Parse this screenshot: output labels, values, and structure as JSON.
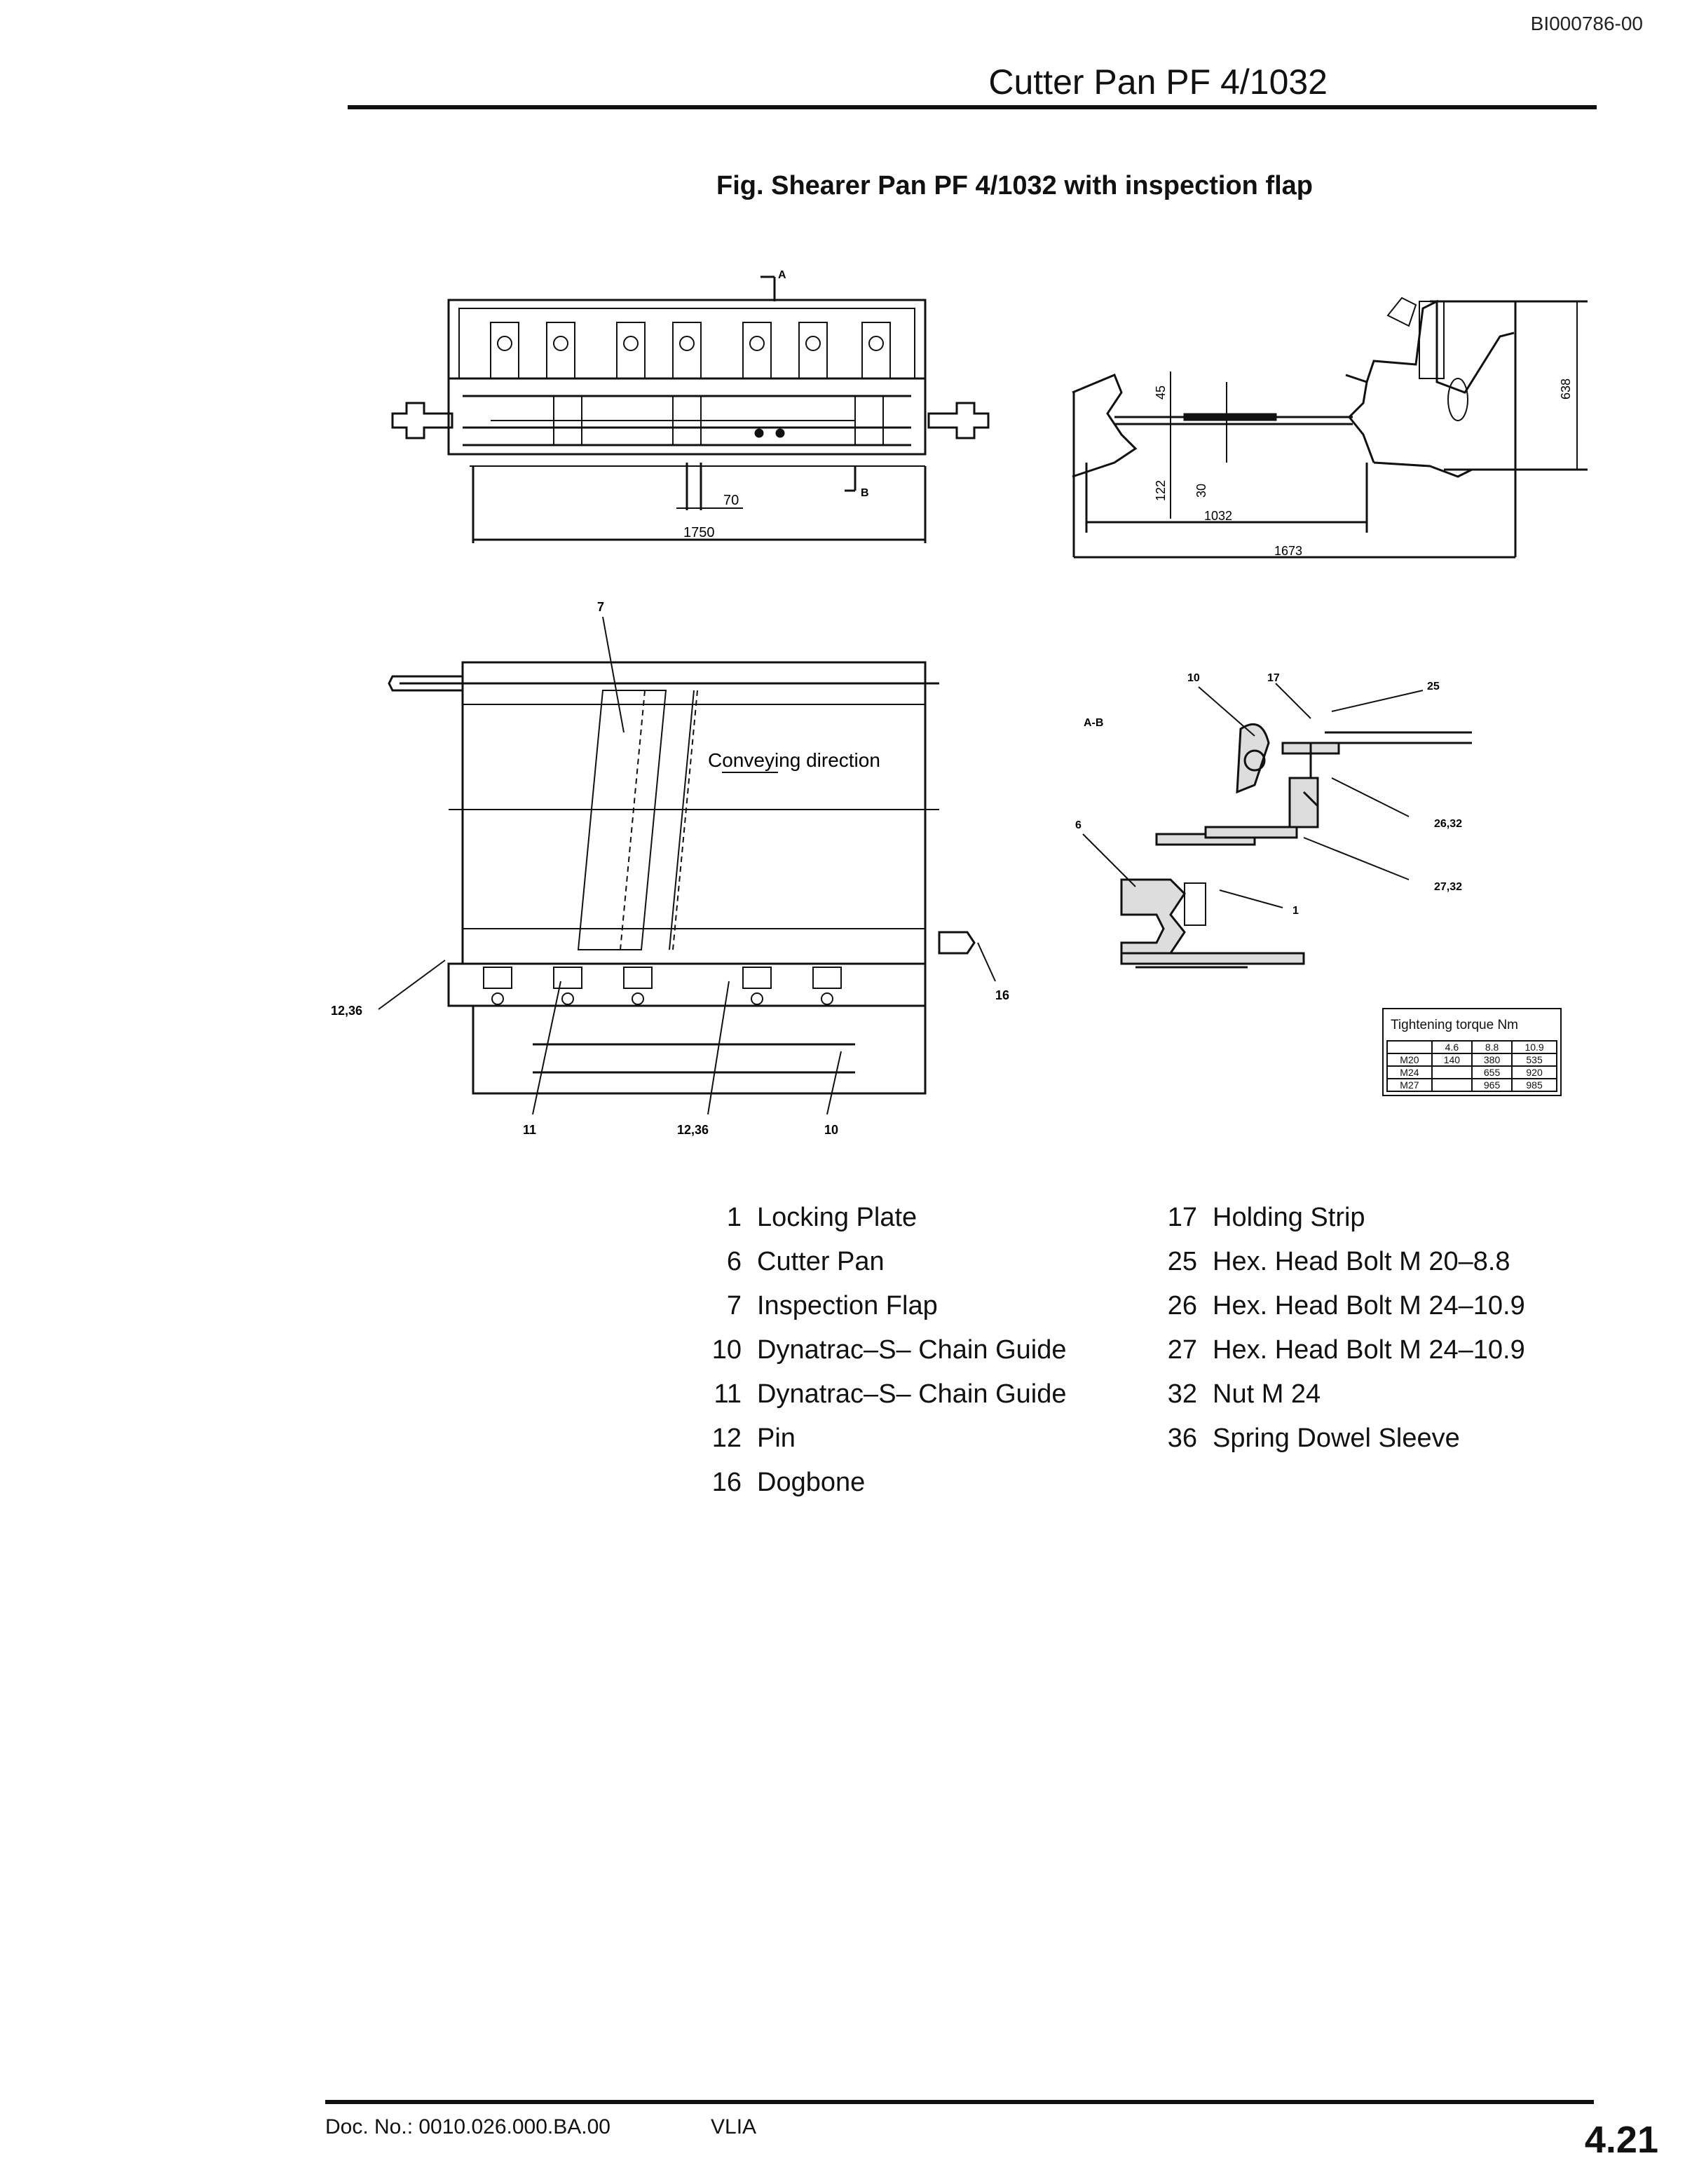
{
  "header": {
    "doc_id": "BI000786-00",
    "title": "Cutter Pan PF 4/1032"
  },
  "figure": {
    "caption": "Fig. Shearer Pan PF 4/1032 with inspection flap",
    "top_view": {
      "dim_1750": "1750",
      "dim_70": "70",
      "section_a": "A",
      "section_b": "B"
    },
    "cross_section": {
      "dim_638": "638",
      "dim_45": "45",
      "dim_122": "122",
      "dim_30": "30",
      "dim_1032": "1032",
      "dim_1673": "1673"
    },
    "plan_view": {
      "conveying_direction": "Conveying direction",
      "callout_7": "7",
      "callout_12_36_left": "12,36",
      "callout_16": "16",
      "callout_11": "11",
      "callout_12_36_bottom": "12,36",
      "callout_10": "10"
    },
    "detail": {
      "section_label": "A-B",
      "c10": "10",
      "c17": "17",
      "c25": "25",
      "c26_32": "26,32",
      "c27_32": "27,32",
      "c6": "6",
      "c1": "1"
    },
    "torque_table": {
      "title": "Tightening torque Nm",
      "headers": [
        "",
        "4.6",
        "8.8",
        "10.9"
      ],
      "rows": [
        [
          "M20",
          "140",
          "380",
          "535"
        ],
        [
          "M24",
          "",
          "655",
          "920"
        ],
        [
          "M27",
          "",
          "965",
          "985"
        ]
      ]
    }
  },
  "legend": {
    "left": [
      {
        "num": "1",
        "label": "Locking Plate"
      },
      {
        "num": "6",
        "label": "Cutter Pan"
      },
      {
        "num": "7",
        "label": "Inspection Flap"
      },
      {
        "num": "10",
        "label": "Dynatrac–S– Chain Guide"
      },
      {
        "num": "11",
        "label": "Dynatrac–S– Chain Guide"
      },
      {
        "num": "12",
        "label": "Pin"
      },
      {
        "num": "16",
        "label": "Dogbone"
      }
    ],
    "right": [
      {
        "num": "17",
        "label": "Holding Strip"
      },
      {
        "num": "25",
        "label": "Hex. Head Bolt M 20–8.8"
      },
      {
        "num": "26",
        "label": "Hex. Head Bolt M 24–10.9"
      },
      {
        "num": "27",
        "label": "Hex. Head Bolt M 24–10.9"
      },
      {
        "num": "32",
        "label": "Nut M 24"
      },
      {
        "num": "36",
        "label": "Spring Dowel Sleeve"
      }
    ]
  },
  "footer": {
    "doc_no": "Doc. No.: 0010.026.000.BA.00",
    "vlia": "VLIA",
    "page": "4.21"
  }
}
